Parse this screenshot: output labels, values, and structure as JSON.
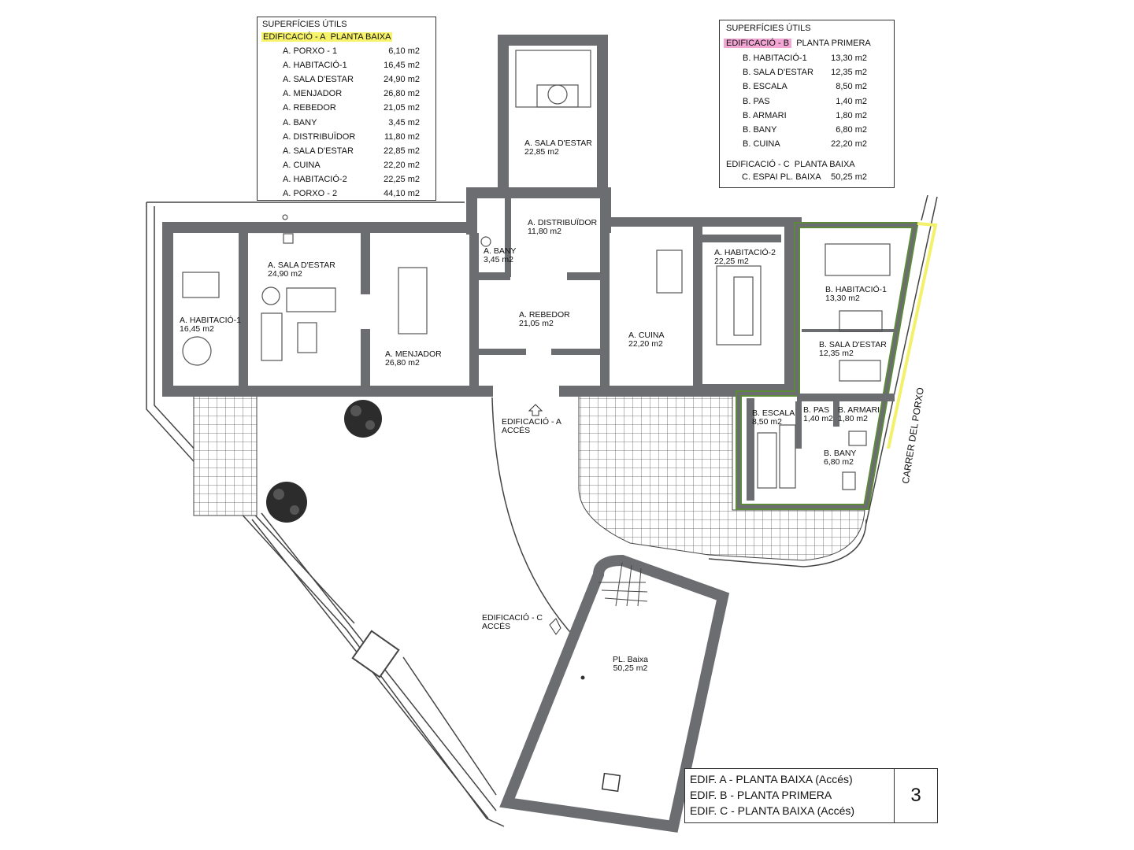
{
  "table_a": {
    "title": "SUPERFÍCIES ÚTILS",
    "building": "EDIFICACIÓ - A",
    "floor": "PLANTA BAIXA",
    "highlight_color": "#f7f36b",
    "rows": [
      {
        "name": "A. PORXO - 1",
        "area": "6,10 m2"
      },
      {
        "name": "A. HABITACIÓ-1",
        "area": "16,45 m2"
      },
      {
        "name": "A. SALA D'ESTAR",
        "area": "24,90 m2"
      },
      {
        "name": "A. MENJADOR",
        "area": "26,80 m2"
      },
      {
        "name": "A. REBEDOR",
        "area": "21,05 m2"
      },
      {
        "name": "A. BANY",
        "area": "3,45 m2"
      },
      {
        "name": "A. DISTRIBUÏDOR",
        "area": "11,80 m2"
      },
      {
        "name": "A. SALA D'ESTAR",
        "area": "22,85 m2"
      },
      {
        "name": "A. CUINA",
        "area": "22,20 m2"
      },
      {
        "name": "A. HABITACIÓ-2",
        "area": "22,25 m2"
      },
      {
        "name": "A. PORXO - 2",
        "area": "44,10 m2"
      }
    ]
  },
  "table_b": {
    "title": "SUPERFÍCIES ÚTILS",
    "building": "EDIFICACIÓ - B",
    "floor": "PLANTA PRIMERA",
    "highlight_color": "#f2a6d4",
    "rows": [
      {
        "name": "B. HABITACIÓ-1",
        "area": "13,30 m2"
      },
      {
        "name": "B. SALA D'ESTAR",
        "area": "12,35 m2"
      },
      {
        "name": "B. ESCALA",
        "area": "8,50 m2"
      },
      {
        "name": "B. PAS",
        "area": "1,40 m2"
      },
      {
        "name": "B. ARMARI",
        "area": "1,80 m2"
      },
      {
        "name": "B. BANY",
        "area": "6,80 m2"
      },
      {
        "name": "B. CUINA",
        "area": "22,20 m2"
      }
    ],
    "building_c": "EDIFICACIÓ - C",
    "floor_c": "PLANTA BAIXA",
    "row_c": {
      "name": "C. ESPAI PL. BAIXA",
      "area": "50,25 m2"
    }
  },
  "rooms": {
    "a_sala_top": {
      "name": "A. SALA D'ESTAR",
      "area": "22,85 m2"
    },
    "a_distribuidor": {
      "name": "A. DISTRIBUÏDOR",
      "area": "11,80 m2"
    },
    "a_sala": {
      "name": "A. SALA D'ESTAR",
      "area": "24,90 m2"
    },
    "a_bany": {
      "name": "A. BANY",
      "area": "3,45 m2"
    },
    "a_habitacio1": {
      "name": "A. HABITACIÓ-1",
      "area": "16,45 m2"
    },
    "a_rebedor": {
      "name": "A. REBEDOR",
      "area": "21,05 m2"
    },
    "a_menjador": {
      "name": "A. MENJADOR",
      "area": "26,80 m2"
    },
    "a_cuina": {
      "name": "A. CUINA",
      "area": "22,20 m2"
    },
    "a_habitacio2": {
      "name": "A. HABITACIÓ-2",
      "area": "22,25 m2"
    },
    "b_habitacio1": {
      "name": "B. HABITACIÓ-1",
      "area": "13,30 m2"
    },
    "b_sala": {
      "name": "B. SALA D'ESTAR",
      "area": "12,35 m2"
    },
    "b_escala": {
      "name": "B. ESCALA",
      "area": "8,50 m2"
    },
    "b_pas": {
      "name": "B. PAS",
      "area": "1,40 m2"
    },
    "b_armari": {
      "name": "B. ARMARI",
      "area": "1,80 m2"
    },
    "b_bany": {
      "name": "B. BANY",
      "area": "6,80 m2"
    },
    "c_baixa": {
      "name": "PL. Baixa",
      "area": "50,25 m2"
    }
  },
  "access_a": {
    "line1": "EDIFICACIÓ - A",
    "line2": "ACCÉS"
  },
  "access_c": {
    "line1": "EDIFICACIÓ - C",
    "line2": "ACCÉS"
  },
  "street": "CARRER DEL PORXO",
  "legend": {
    "lines": [
      "EDIF. A - PLANTA BAIXA  (Accés)",
      "EDIF. B - PLANTA PRIMERA",
      "EDIF. C - PLANTA BAIXA  (Accés)"
    ],
    "sheet": "3"
  },
  "colors": {
    "wall": "#6b6d70",
    "building_b_outline": "#5d8a3a",
    "highlight_edge": "#f3f06a"
  }
}
